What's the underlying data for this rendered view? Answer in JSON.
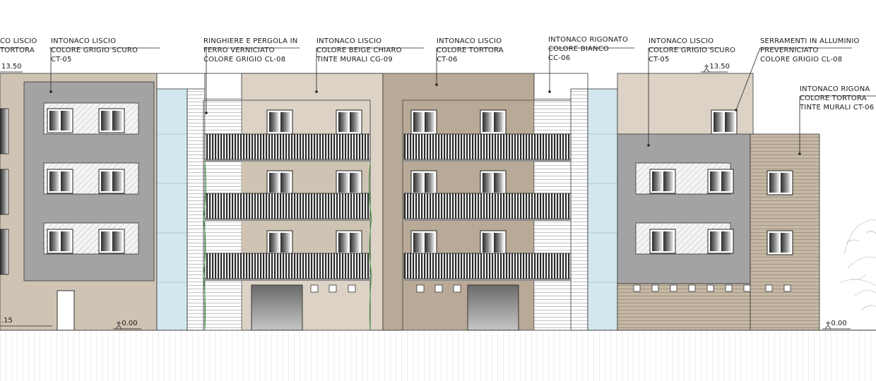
{
  "notes": [
    {
      "id": "n0",
      "lines": [
        "CO LISCIO",
        "TORTORA"
      ]
    },
    {
      "id": "n1",
      "lines": [
        "INTONACO LISCIO",
        "COLORE GRIGIO SCURO",
        "CT-05"
      ]
    },
    {
      "id": "n2",
      "lines": [
        "RINGHIERE E PERGOLA IN",
        "FERRO VERNICIATO",
        "COLORE GRIGIO CL-08"
      ]
    },
    {
      "id": "n3",
      "lines": [
        "INTONACO LISCIO",
        "COLORE BEIGE CHIARO",
        "TINTE MURALI CG-09"
      ]
    },
    {
      "id": "n4",
      "lines": [
        "INTONACO LISCIO",
        "COLORE TORTORA",
        "CT-06"
      ]
    },
    {
      "id": "n5",
      "lines": [
        "INTONACO RIGONATO",
        "COLORE BIANCO",
        "CC-06"
      ]
    },
    {
      "id": "n6",
      "lines": [
        "INTONACO LISCIO",
        "COLORE GRIGIO SCURO",
        "CT-05"
      ]
    },
    {
      "id": "n7",
      "lines": [
        "SERRAMENTI IN ALLUMINIO",
        "PREVERNICIATO",
        "COLORE GRIGIO CL-08"
      ]
    },
    {
      "id": "n8",
      "lines": [
        "INTONACO RIGONA",
        "COLORE TORTORA",
        "TINTE MURALI CT-06"
      ]
    }
  ],
  "levels": {
    "top_left": "13.50",
    "top_right": "+13.50",
    "ground_left_partial": ".15",
    "ground_a": "+0.00",
    "ground_b": "+0.00"
  },
  "colors": {
    "grigio_scuro": "#a3a3a5",
    "tortora": "#b8aa97",
    "beige": "#dcd3c6",
    "tortora_light": "#cfc3b3",
    "glass": "#d3e8ee",
    "striped_tortora": "#c4b7a4",
    "vine": "#3a9a3a"
  }
}
